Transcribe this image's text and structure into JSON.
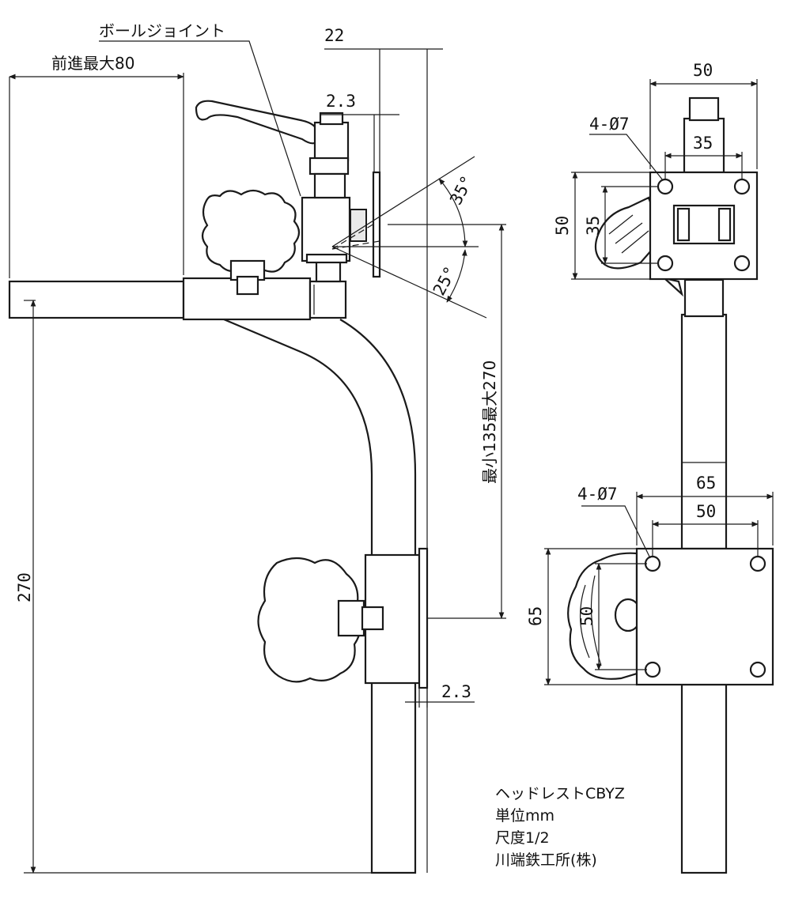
{
  "labels": {
    "ball_joint": "ボールジョイント",
    "forward_max": "前進最大80",
    "dim_22": "22",
    "dim_2_3_top": "2.3",
    "angle_35": "35°",
    "angle_25": "25°",
    "height_range": "最小135最大270",
    "dim_270": "270",
    "dim_2_3_bottom": "2.3",
    "top_width_50": "50",
    "top_holes": "4-Ø7",
    "top_pitch_35": "35",
    "top_height_50": "50",
    "top_vpitch_35": "35",
    "bottom_holes": "4-Ø7",
    "bottom_width_65": "65",
    "bottom_pitch_50": "50",
    "bottom_height_65": "65",
    "bottom_vpitch_50": "50"
  },
  "title_block": {
    "product": "ヘッドレストCBYZ",
    "unit": "単位mm",
    "scale": "尺度1/2",
    "maker": "川端鉄工所(株)"
  }
}
